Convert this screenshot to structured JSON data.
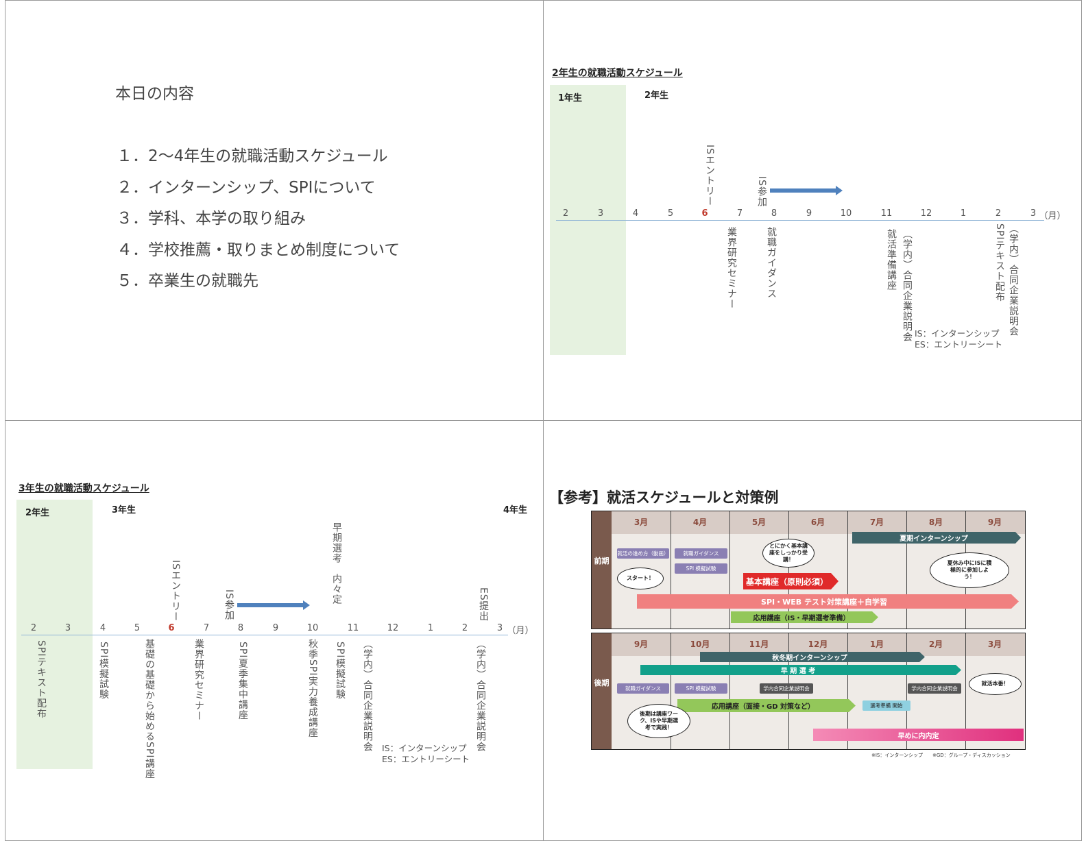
{
  "slide1": {
    "title": "本日の内容",
    "items": [
      "１．2～4年生の就職活動スケジュール",
      "２．インターンシップ、SPIについて",
      "３．学科、本学の取り組み",
      "４．学校推薦・取りまとめ制度について",
      "５．卒業生の就職先"
    ]
  },
  "slide2": {
    "title": "2年生の就職活動スケジュール",
    "year_prev": "1年生",
    "year_current": "2年生",
    "months": [
      "2",
      "3",
      "4",
      "5",
      "6",
      "7",
      "8",
      "9",
      "10",
      "11",
      "12",
      "1",
      "2",
      "3"
    ],
    "unit": "（月）",
    "events_above": [
      "ISエントリー",
      "IS参加"
    ],
    "events_below": [
      "業界研究セミナー",
      "就職ガイダンス",
      "就活準備講座",
      "（学内）合同企業説明会",
      "SPIテキスト配布",
      "（学内）合同企業説明会"
    ],
    "notes": [
      "IS：インターンシップ",
      "ES：エントリーシート"
    ]
  },
  "slide3": {
    "title": "3年生の就職活動スケジュール",
    "year_prev": "2年生",
    "year_current": "3年生",
    "year_next": "4年生",
    "months": [
      "2",
      "3",
      "4",
      "5",
      "6",
      "7",
      "8",
      "9",
      "10",
      "11",
      "12",
      "1",
      "2",
      "3"
    ],
    "unit": "（月）",
    "events_above": [
      "ISエントリー",
      "IS参加",
      "早期選考　内々定",
      "ES提出"
    ],
    "events_below": [
      "SPIテキスト配布",
      "SPI模擬試験",
      "基礎の基礎から始めるSPI講座",
      "業界研究セミナー",
      "SPI夏季集中講座",
      "秋季SPI実力養成講座",
      "SPI模擬試験",
      "（学内）合同企業説明会",
      "（学内）合同企業説明会"
    ],
    "notes": [
      "IS：インターンシップ",
      "ES：エントリーシート"
    ]
  },
  "slide4": {
    "title": "【参考】就活スケジュールと対策例",
    "first": {
      "label": "前期",
      "months": [
        "3月",
        "4月",
        "5月",
        "6月",
        "7月",
        "8月",
        "9月"
      ],
      "bars": [
        "夏期インターンシップ",
        "基本講座（原則必須）",
        "SPI・WEB テスト対策講座＋自学習",
        "応用講座（IS・早期選考準備）"
      ],
      "tags": [
        "就活の進め方（動画）",
        "就職ガイダンス",
        "SPI 模擬試験"
      ],
      "bubbles": [
        "スタート！",
        "とにかく基本講座をしっかり受講！",
        "夏休み中にISに積極的に参加しよう！"
      ]
    },
    "second": {
      "label": "後期",
      "months": [
        "9月",
        "10月",
        "11月",
        "12月",
        "1月",
        "2月",
        "3月"
      ],
      "bars": [
        "秋冬期インターンシップ",
        "早 期 選 考",
        "応用講座（面接・GD 対策など）",
        "早めに内内定"
      ],
      "tags": [
        "就職ガイダンス",
        "SPI 模擬試験",
        "学内合同企業説明会",
        "学内合同企業説明会",
        "選考準備 開始"
      ],
      "bubbles": [
        "後期は講座ワーク、ISや早期選考で実践！",
        "就活本番！"
      ]
    },
    "footnote": "※IS：インターンシップ　　※GD：グループ・ディスカッション"
  },
  "colors": {
    "accent_red": "#c0392b",
    "arrow_blue": "#4f81bd",
    "green_band": "#e6f2e0"
  }
}
